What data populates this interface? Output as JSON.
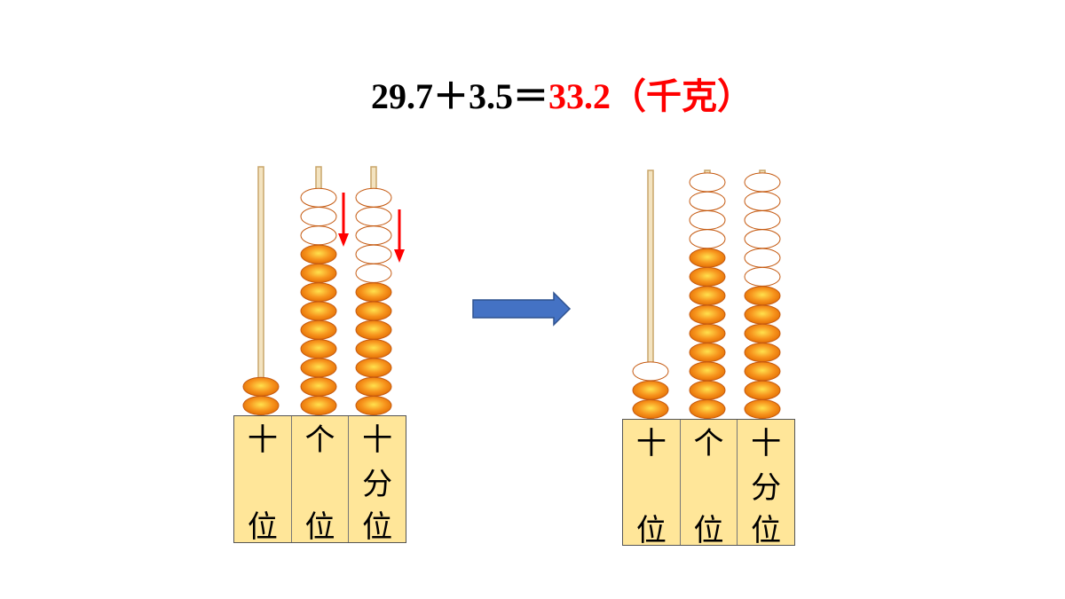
{
  "equation": {
    "expression": "29.7＋3.5＝",
    "result": "33.2",
    "unit": "（千克）"
  },
  "colors": {
    "bead_fill": "#f7941d",
    "bead_empty": "#ffffff",
    "bead_stroke": "#c55a11",
    "rod": "#c9a66b",
    "base": "#ffe699",
    "down_arrow": "#ff0000",
    "transform_arrow": "#4472c4"
  },
  "icons": {
    "down_arrow": "red-down-arrow-icon",
    "transform_arrow": "blue-right-arrow-icon"
  },
  "abaci": [
    {
      "name": "before",
      "labels": [
        {
          "top": "十",
          "mid": "",
          "bot": "位"
        },
        {
          "top": "个",
          "mid": "",
          "bot": "位"
        },
        {
          "top": "十",
          "mid": "分",
          "bot": "位"
        }
      ],
      "rods": [
        {
          "place": "tens",
          "filled": 2,
          "empty": 0
        },
        {
          "place": "ones",
          "filled": 9,
          "empty": 3
        },
        {
          "place": "tenths",
          "filled": 7,
          "empty": 5
        }
      ]
    },
    {
      "name": "after",
      "labels": [
        {
          "top": "十",
          "mid": "",
          "bot": "位"
        },
        {
          "top": "个",
          "mid": "",
          "bot": "位"
        },
        {
          "top": "十",
          "mid": "分",
          "bot": "位"
        }
      ],
      "rods": [
        {
          "place": "tens",
          "filled": 2,
          "empty": 1
        },
        {
          "place": "ones",
          "filled": 9,
          "empty": 4
        },
        {
          "place": "tenths",
          "filled": 7,
          "empty": 6
        }
      ]
    }
  ]
}
